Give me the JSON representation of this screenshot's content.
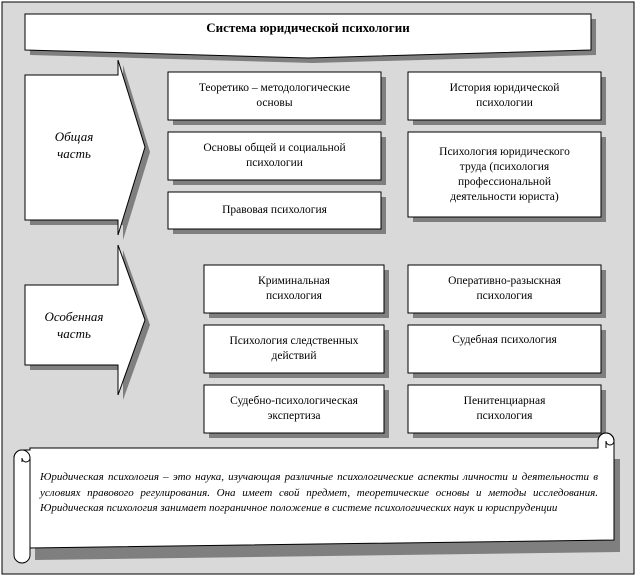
{
  "title": "Система  юридической психологии",
  "sections": {
    "general": {
      "label": "Общая\nчасть",
      "boxes": [
        "Теоретико – методологические\nосновы",
        "История юридической\nпсихологии",
        "Основы общей и социальной\nпсихологии",
        "Психология юридического\nтруда (психология\nпрофессиональной\nдеятельности юриста)",
        "Правовая психология"
      ]
    },
    "special": {
      "label": "Особенная\nчасть",
      "boxes": [
        "Криминальная\nпсихология",
        "Оперативно-разыскная\nпсихология",
        "Психология следственных\nдействий",
        "Судебная психология",
        "Судебно-психологическая\nэкспертиза",
        "Пенитенциарная\nпсихология"
      ]
    }
  },
  "note": "Юридическая психология – это наука, изучающая различные психологические аспекты личности и деятельности в условиях правового регулирования. Она имеет свой предмет, теоретические основы и методы исследования. Юридическая психология занимает пограничное положение в системе психологических наук и юриспруденции",
  "colors": {
    "background": "#d9d9d9",
    "box_fill": "#ffffff",
    "border": "#000000",
    "shadow": "#7f7f7f"
  }
}
